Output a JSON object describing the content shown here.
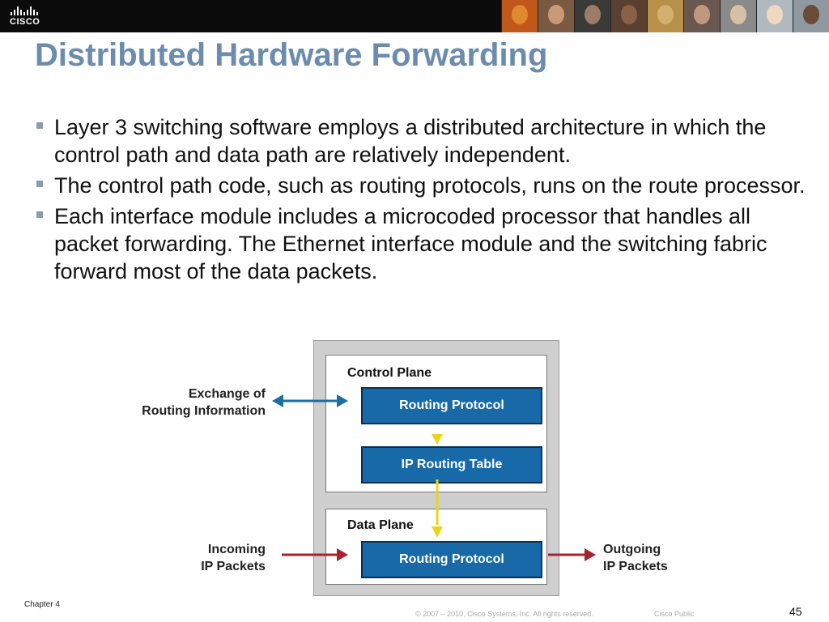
{
  "header": {
    "logo_text": "CISCO",
    "photo_count": 9
  },
  "slide": {
    "title": "Distributed Hardware Forwarding",
    "bullets": [
      "Layer 3 switching software employs a distributed architecture in which the control path and data path are relatively independent.",
      "The control path code, such as routing protocols, runs on the route processor.",
      "Each interface module includes a microcoded processor that handles all packet forwarding. The Ethernet interface module and the switching fabric forward most of the data packets."
    ]
  },
  "diagram": {
    "control_plane_label": "Control Plane",
    "data_plane_label": "Data Plane",
    "box_routing_protocol_top": "Routing Protocol",
    "box_ip_routing_table": "IP Routing Table",
    "box_routing_protocol_bottom": "Routing Protocol",
    "left_top_label": [
      "Exchange of",
      "Routing Information"
    ],
    "left_bottom_label": [
      "Incoming",
      "IP Packets"
    ],
    "right_bottom_label": [
      "Outgoing",
      "IP Packets"
    ],
    "colors": {
      "box_fill": "#1769a8",
      "bidirectional_arrow": "#1f6f9e",
      "internal_arrow": "#e8d51c",
      "packet_arrow": "#a8232b"
    }
  },
  "footer": {
    "chapter": "Chapter 4",
    "copyright": "© 2007 – 2010, Cisco Systems, Inc. All rights reserved.",
    "classification": "Cisco Public",
    "page_number": "45"
  }
}
